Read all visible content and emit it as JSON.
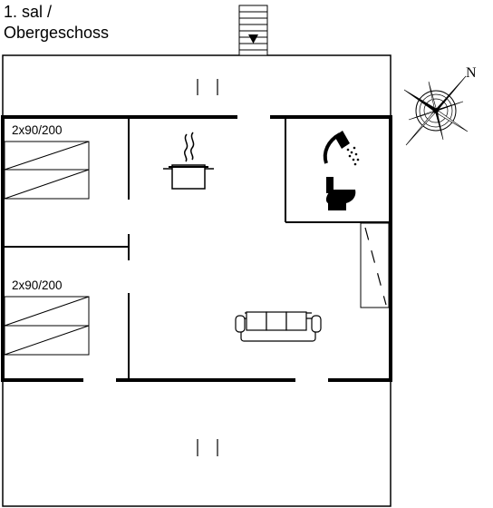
{
  "floor": {
    "line1": "1. sal /",
    "line2": "Obergeschoss"
  },
  "bedrooms": [
    {
      "bed_label": "2x90/200"
    },
    {
      "bed_label": "2x90/200"
    }
  ],
  "compass": {
    "north_label": "N"
  },
  "icons": {
    "stairs": "stairs-down-icon",
    "kitchen": "cooking-pot-icon",
    "shower": "shower-icon",
    "toilet": "toilet-icon",
    "sofa": "sofa-icon",
    "compass": "compass-rose-icon"
  },
  "colors": {
    "ink": "#000000",
    "background": "#ffffff"
  }
}
